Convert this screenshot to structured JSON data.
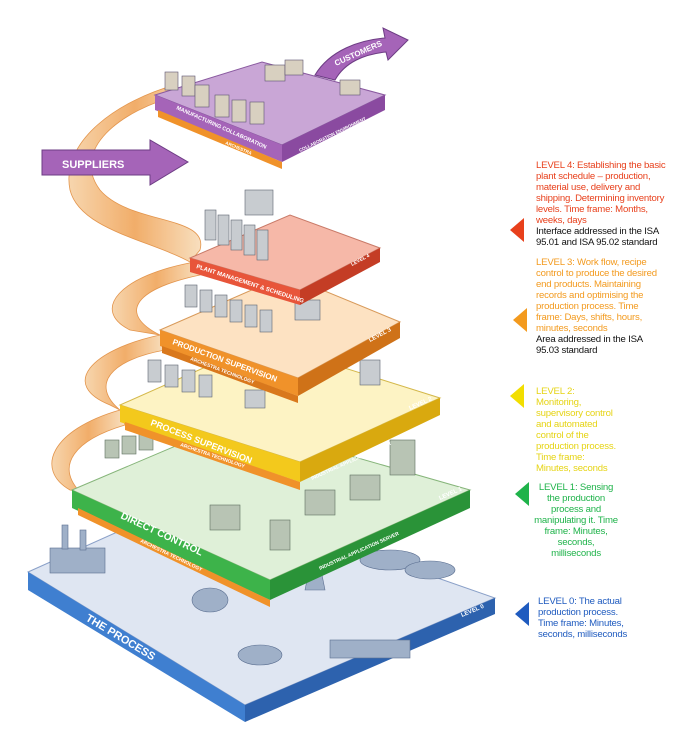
{
  "flow_arrows": {
    "suppliers": "SUPPLIERS",
    "customers": "CUSTOMERS"
  },
  "layers": [
    {
      "id": "collab",
      "title": "MANUFACTURING COLLABORATION",
      "sub": "ARCHESTRA",
      "side": "COLLABORATION ENVIRONMENT",
      "color": "#a564b8"
    },
    {
      "id": "l4",
      "title": "PLANT MANAGEMENT & SCHEDULING",
      "side": "LEVEL 4",
      "color": "#e8553a"
    },
    {
      "id": "l3",
      "title": "PRODUCTION SUPERVISION",
      "sub": "ARCHESTRA TECHNOLOGY",
      "side": "LEVEL 3",
      "color": "#f0922a"
    },
    {
      "id": "l2",
      "title": "PROCESS SUPERVISION",
      "sub": "ARCHESTRA TECHNOLOGY",
      "side": "LEVEL 2",
      "band": "INDUSTRIAL APPLICATION SERVER",
      "color": "#f3c91c"
    },
    {
      "id": "l1",
      "title": "DIRECT CONTROL",
      "sub": "ARCHESTRA TECHNOLOGY",
      "side": "LEVEL 1",
      "band": "INDUSTRIAL APPLICATION SERVER",
      "color": "#3db34a"
    },
    {
      "id": "l0",
      "title": "THE PROCESS",
      "side": "LEVEL 0",
      "color": "#3f7fd0"
    }
  ],
  "descriptions": [
    {
      "level": "4",
      "color": "#e8401c",
      "arrow": "#e8401c",
      "text": "LEVEL  4: Establishing the basic plant schedule – production, material use, delivery and shipping. Determining inventory levels. Time frame: Months, weeks, days",
      "note": "Interface addressed in the ISA 95.01 and ISA 95.02 standard"
    },
    {
      "level": "3",
      "color": "#f39a1e",
      "arrow": "#f39a1e",
      "text": "LEVEL  3: Work flow, recipe control to produce the desired end products. Maintaining records and optimising the production process. Time frame: Days, shifts, hours, minutes, seconds",
      "note": "Area addressed in the ISA 95.03 standard"
    },
    {
      "level": "2",
      "color": "#e6d414",
      "arrow": "#f2de00",
      "text": "LEVEL  2: Monitoring, supervisory control and automated control of the production process. Time frame: Minutes, seconds"
    },
    {
      "level": "1",
      "color": "#1fb34a",
      "arrow": "#1fb34a",
      "text": "LEVEL 1: Sensing the production process and manipulating it. Time frame: Minutes, seconds, milliseconds"
    },
    {
      "level": "0",
      "color": "#1f5bbf",
      "arrow": "#1f5bbf",
      "text": "LEVEL 0: The actual production process. Time frame: Minutes, seconds, milliseconds"
    }
  ]
}
